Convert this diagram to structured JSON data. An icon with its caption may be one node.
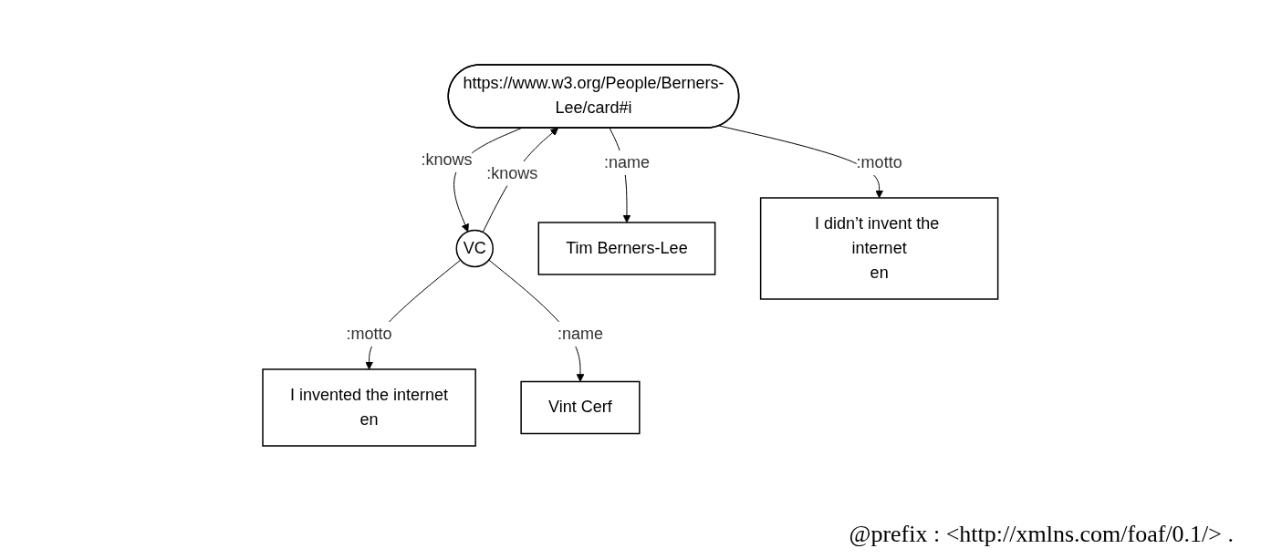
{
  "diagram": {
    "nodes": [
      {
        "text": [
          "https://www.w3.org/People/Berners-Lee/card#i"
        ]
      },
      {
        "text": [
          "VC"
        ]
      },
      {
        "text": [
          "Tim Berners-Lee"
        ]
      },
      {
        "text": [
          "I didn’t invent the internet",
          "en"
        ]
      },
      {
        "text": [
          "I invented the internet",
          "en"
        ]
      },
      {
        "text": [
          "Vint Cerf"
        ]
      }
    ],
    "edges": [
      {
        "from": 0,
        "to": 1,
        "arrow": "to",
        "label": ":knows"
      },
      {
        "from": 1,
        "to": 0,
        "arrow": "to",
        "label": ":knows"
      },
      {
        "from": 0,
        "to": 3,
        "arrow": "to",
        "label": ":motto"
      },
      {
        "from": 0,
        "to": 2,
        "arrow": "to",
        "label": ":name"
      },
      {
        "from": 1,
        "to": 4,
        "arrow": "to",
        "label": ":motto"
      },
      {
        "from": 1,
        "to": 5,
        "arrow": "to",
        "label": ":name"
      }
    ],
    "labels": [
      "@prefix : <http://xmlns.com/foaf/0.1/> ."
    ]
  }
}
